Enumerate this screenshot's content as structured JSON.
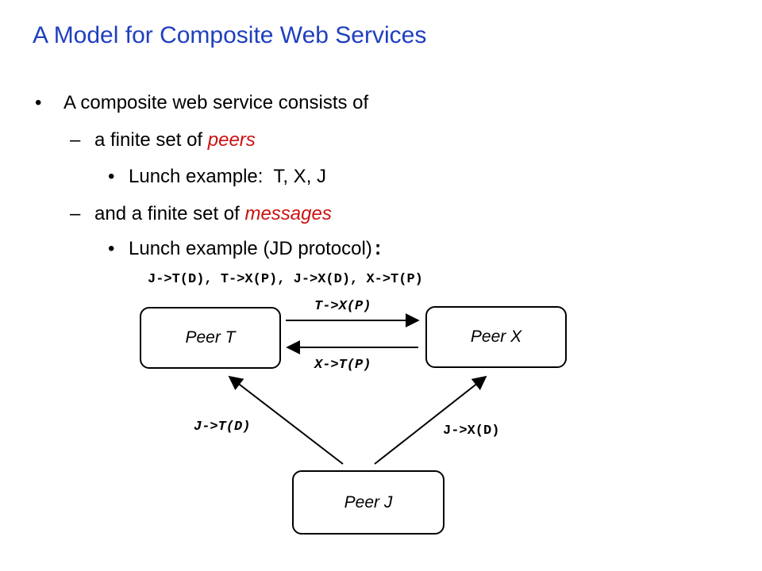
{
  "title": "A Model for Composite Web Services",
  "bullets": {
    "main": "A composite web service consists of",
    "peers_prefix": "a finite set of ",
    "peers_word": "peers",
    "peers_example": "Lunch example:  T, X, J",
    "messages_prefix": "and a finite set of ",
    "messages_word": "messages",
    "messages_example": "Lunch example (JD protocol)",
    "messages_example_colon": ":",
    "protocol": "J->T(D), T->X(P), J->X(D), X->T(P)"
  },
  "diagram": {
    "peers": {
      "t": "Peer T",
      "x": "Peer X",
      "j": "Peer J"
    },
    "arrows": {
      "t_to_x": "T->X(P)",
      "x_to_t": "X->T(P)",
      "j_to_t": "J->T(D)",
      "j_to_x": "J->X(D)"
    }
  },
  "colors": {
    "title": "#1f3fbf",
    "highlight": "#cc1111"
  }
}
